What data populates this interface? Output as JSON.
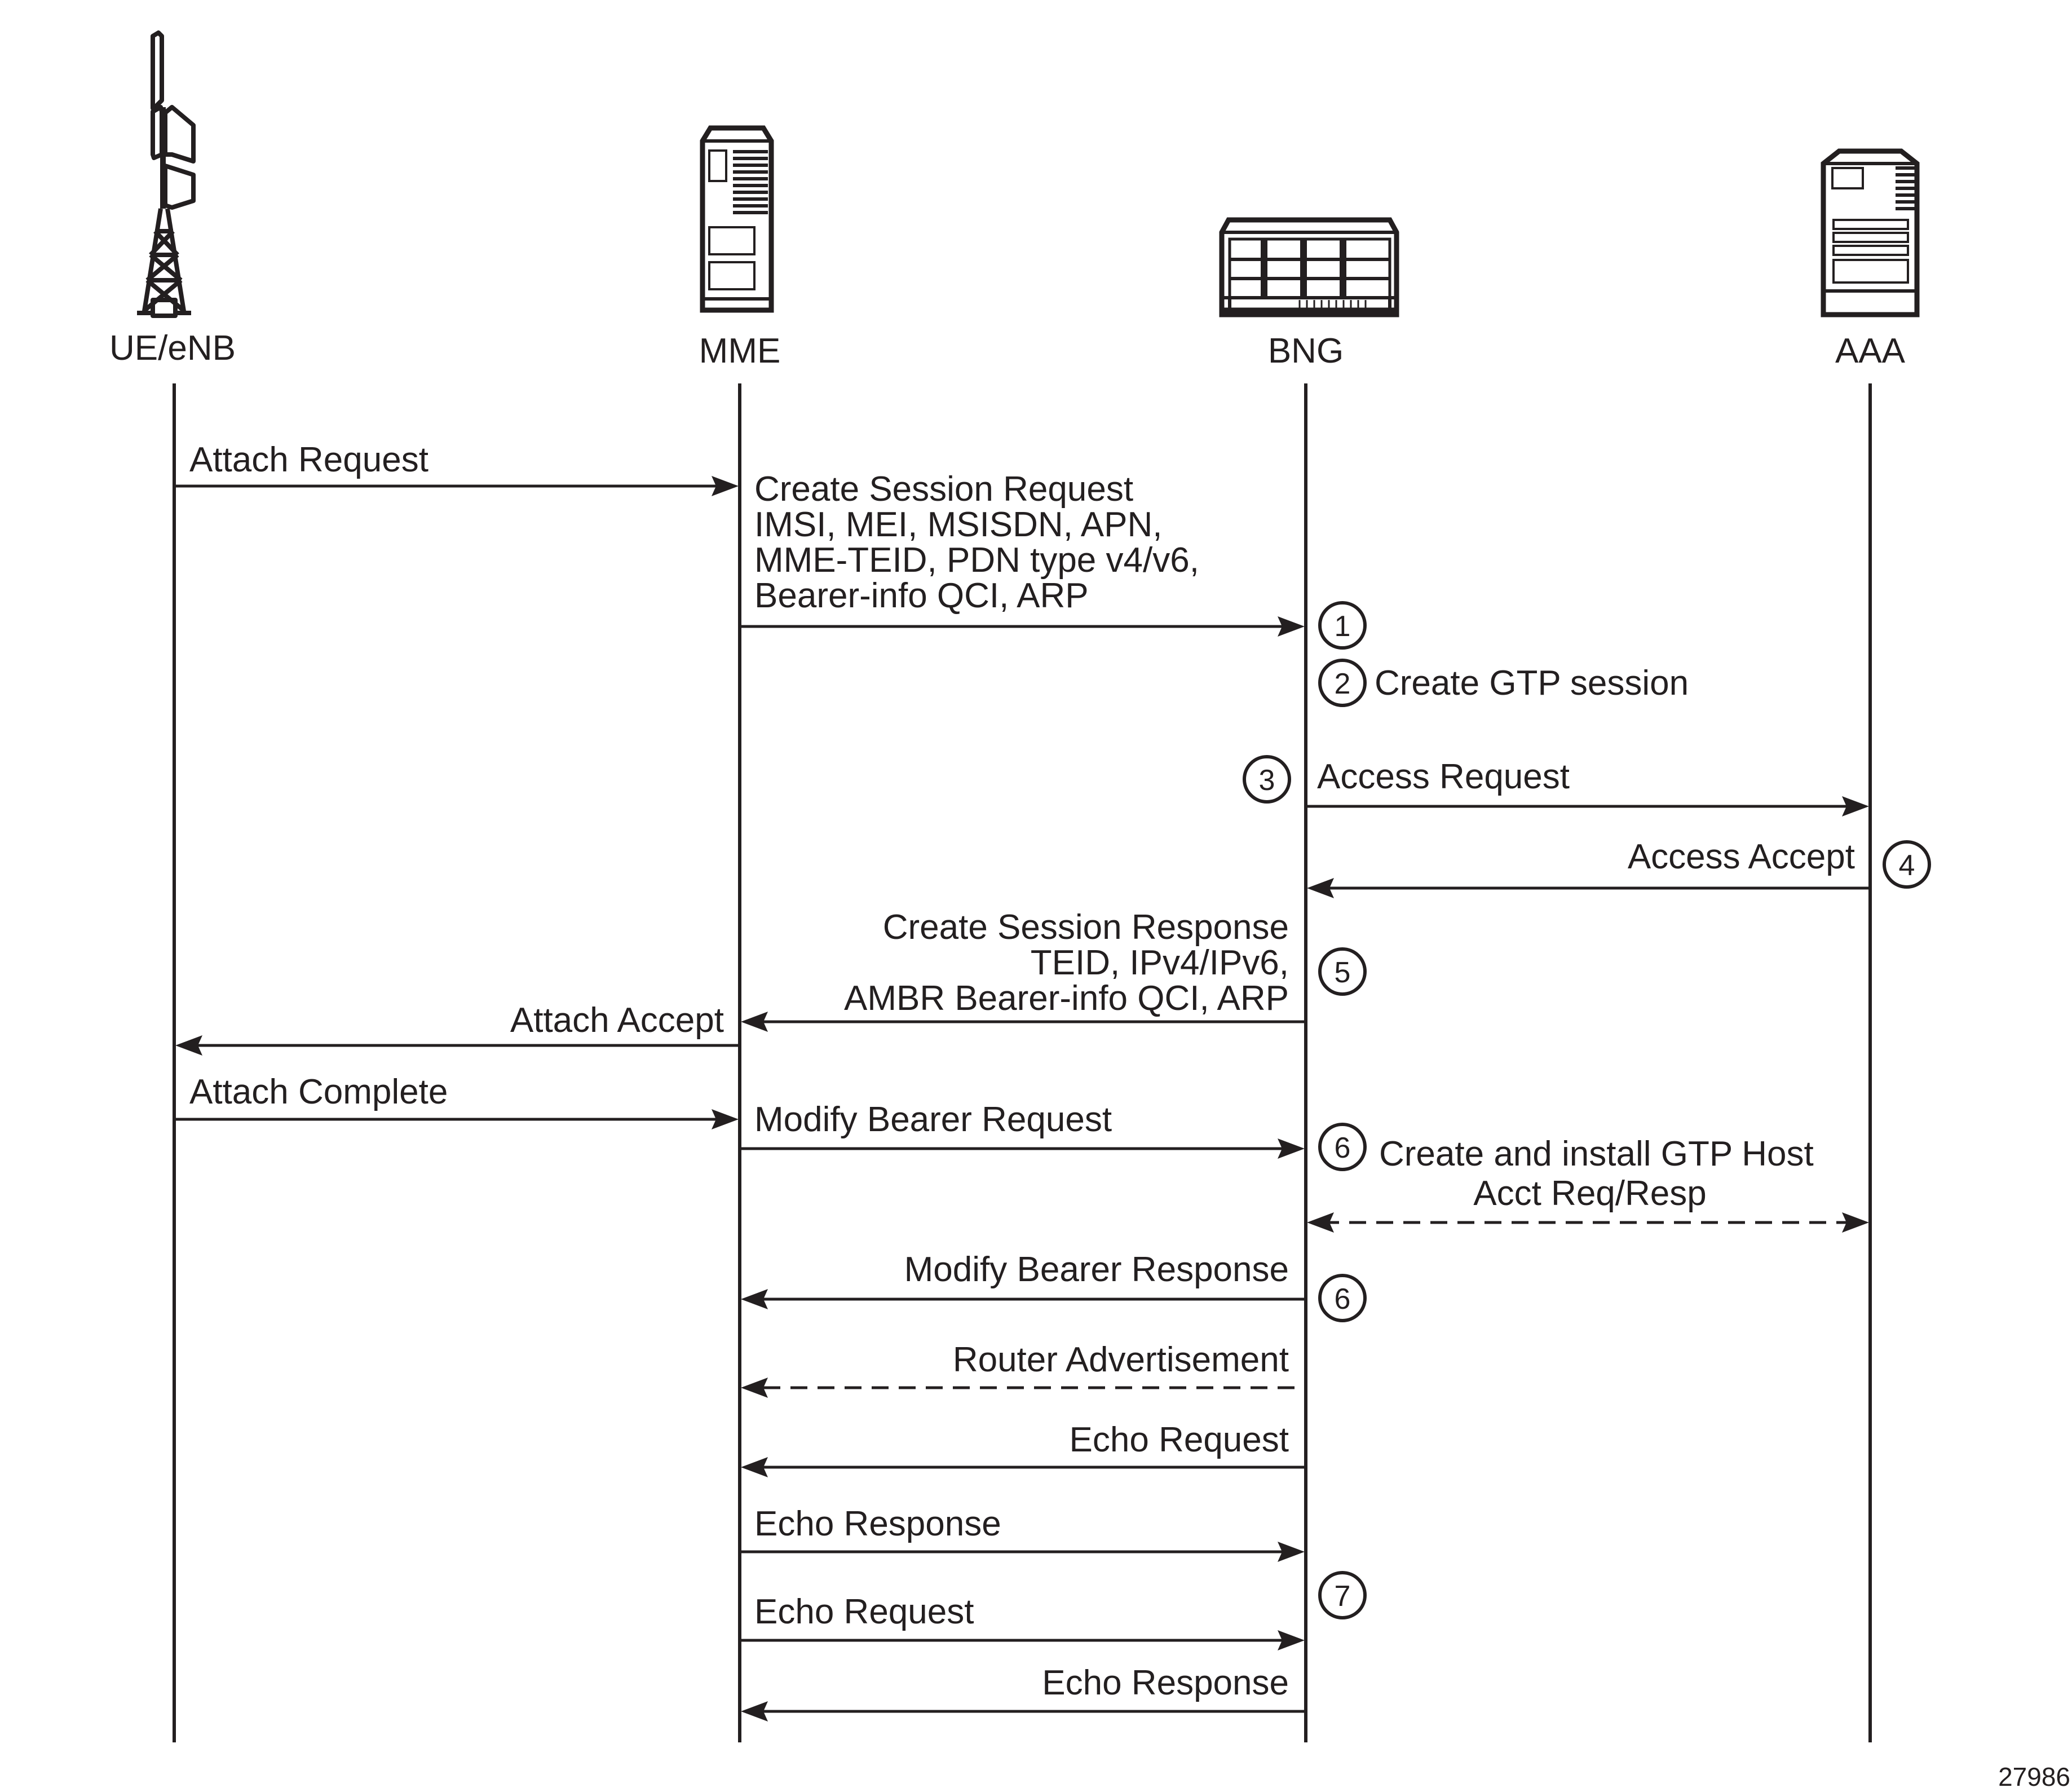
{
  "diagram": {
    "type": "sequence",
    "figure_id": "27986",
    "participants": [
      {
        "id": "ue",
        "label": "UE/eNB",
        "icon": "cell-tower-icon"
      },
      {
        "id": "mme",
        "label": "MME",
        "icon": "server-tower-icon"
      },
      {
        "id": "bng",
        "label": "BNG",
        "icon": "router-chassis-icon"
      },
      {
        "id": "aaa",
        "label": "AAA",
        "icon": "server-icon"
      }
    ],
    "messages": [
      {
        "from": "ue",
        "to": "mme",
        "lines": [
          "Attach Request"
        ],
        "style": "solid"
      },
      {
        "from": "mme",
        "to": "bng",
        "lines": [
          "Create Session Request",
          "IMSI, MEI, MSISDN, APN,",
          "MME-TEID,  PDN type v4/v6,",
          "Bearer-info QCI, ARP"
        ],
        "style": "solid"
      },
      {
        "from": "bng",
        "to": "aaa",
        "lines": [
          "Access Request"
        ],
        "style": "solid"
      },
      {
        "from": "aaa",
        "to": "bng",
        "lines": [
          "Access Accept"
        ],
        "style": "solid"
      },
      {
        "from": "bng",
        "to": "mme",
        "lines": [
          "Create Session Response",
          "TEID, IPv4/IPv6,",
          "AMBR Bearer-info QCI, ARP"
        ],
        "style": "solid"
      },
      {
        "from": "mme",
        "to": "ue",
        "lines": [
          "Attach Accept"
        ],
        "style": "solid"
      },
      {
        "from": "ue",
        "to": "mme",
        "lines": [
          "Attach Complete"
        ],
        "style": "solid"
      },
      {
        "from": "mme",
        "to": "bng",
        "lines": [
          "Modify Bearer Request"
        ],
        "style": "solid"
      },
      {
        "from": "bng",
        "to": "aaa",
        "lines": [
          "Acct Req/Resp"
        ],
        "style": "dashed",
        "bidirectional": true
      },
      {
        "from": "bng",
        "to": "mme",
        "lines": [
          "Modify Bearer Response"
        ],
        "style": "solid"
      },
      {
        "from": "bng",
        "to": "mme",
        "lines": [
          "Router Advertisement"
        ],
        "style": "dashed"
      },
      {
        "from": "bng",
        "to": "mme",
        "lines": [
          "Echo Request"
        ],
        "style": "solid"
      },
      {
        "from": "mme",
        "to": "bng",
        "lines": [
          "Echo Response"
        ],
        "style": "solid"
      },
      {
        "from": "mme",
        "to": "bng",
        "lines": [
          "Echo Request"
        ],
        "style": "solid"
      },
      {
        "from": "bng",
        "to": "mme",
        "lines": [
          "Echo Response"
        ],
        "style": "solid"
      }
    ],
    "steps": [
      {
        "number": "1",
        "text": ""
      },
      {
        "number": "2",
        "text": "Create GTP session"
      },
      {
        "number": "3",
        "text": ""
      },
      {
        "number": "4",
        "text": ""
      },
      {
        "number": "5",
        "text": ""
      },
      {
        "number": "6",
        "text": "Create and install GTP Host"
      },
      {
        "number": "6",
        "text": ""
      },
      {
        "number": "7",
        "text": ""
      }
    ]
  }
}
